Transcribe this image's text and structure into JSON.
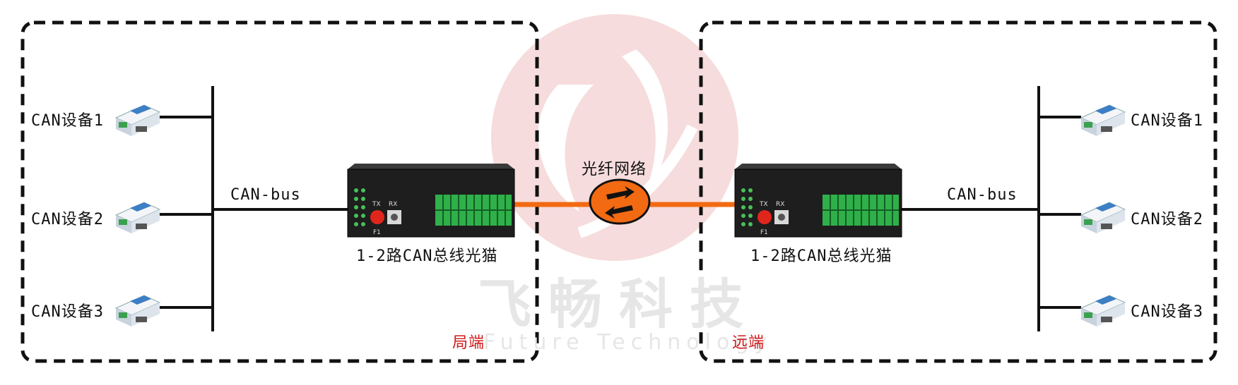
{
  "watermark": {
    "cn": "飞畅科技",
    "en": "Future Technology"
  },
  "network_label": "光纤网络",
  "local": {
    "devices": [
      "CAN设备1",
      "CAN设备2",
      "CAN设备3"
    ],
    "bus_label": "CAN-bus",
    "converter_label": "1-2路CAN总线光猫",
    "site_label": "局端"
  },
  "remote": {
    "devices": [
      "CAN设备1",
      "CAN设备2",
      "CAN设备3"
    ],
    "bus_label": "CAN-bus",
    "converter_label": "1-2路CAN总线光猫",
    "site_label": "远端"
  },
  "converter_panel": {
    "port_id": "F1",
    "tx": "TX",
    "rx": "RX"
  },
  "colors": {
    "fiber": "#f26a12",
    "site_label": "#d01a1a",
    "terminal": "#2fb04a",
    "watermark": "#f4d6d6"
  }
}
